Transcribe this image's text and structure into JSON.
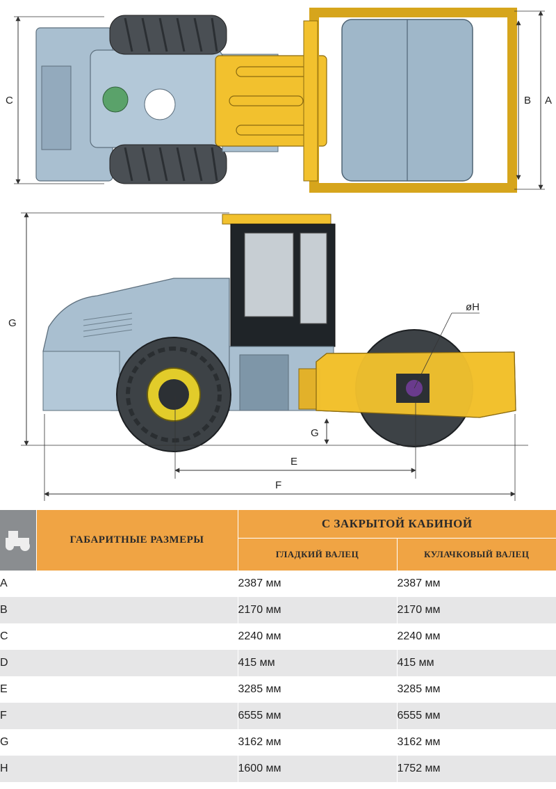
{
  "dimension_labels": {
    "a": "A",
    "b": "B",
    "c": "C",
    "g_height": "G",
    "h_diameter": "øH",
    "g_clearance": "G",
    "e": "E",
    "f": "F"
  },
  "table": {
    "header_left": "ГАБАРИТНЫЕ РАЗМЕРЫ",
    "header_group": "С ЗАКРЫТОЙ КАБИНОЙ",
    "col_smooth": "ГЛАДКИЙ ВАЛЕЦ",
    "col_padfoot": "КУЛАЧКОВЫЙ ВАЛЕЦ",
    "rows": [
      {
        "label": "A",
        "smooth": "2387 мм",
        "padfoot": "2387 мм"
      },
      {
        "label": "B",
        "smooth": "2170 мм",
        "padfoot": "2170 мм"
      },
      {
        "label": "C",
        "smooth": "2240 мм",
        "padfoot": "2240 мм"
      },
      {
        "label": "D",
        "smooth": "415 мм",
        "padfoot": "415 мм"
      },
      {
        "label": "E",
        "smooth": "3285 мм",
        "padfoot": "3285 мм"
      },
      {
        "label": "F",
        "smooth": "6555 мм",
        "padfoot": "6555 мм"
      },
      {
        "label": "G",
        "smooth": "3162 мм",
        "padfoot": "3162 мм"
      },
      {
        "label": "H",
        "smooth": "1600 мм",
        "padfoot": "1752 мм"
      }
    ]
  },
  "colors": {
    "machine_body": "#9fb7c9",
    "drum_frame": "#f2c12e",
    "header_orange": "#f0a444",
    "row_alt": "#e6e6e7"
  }
}
